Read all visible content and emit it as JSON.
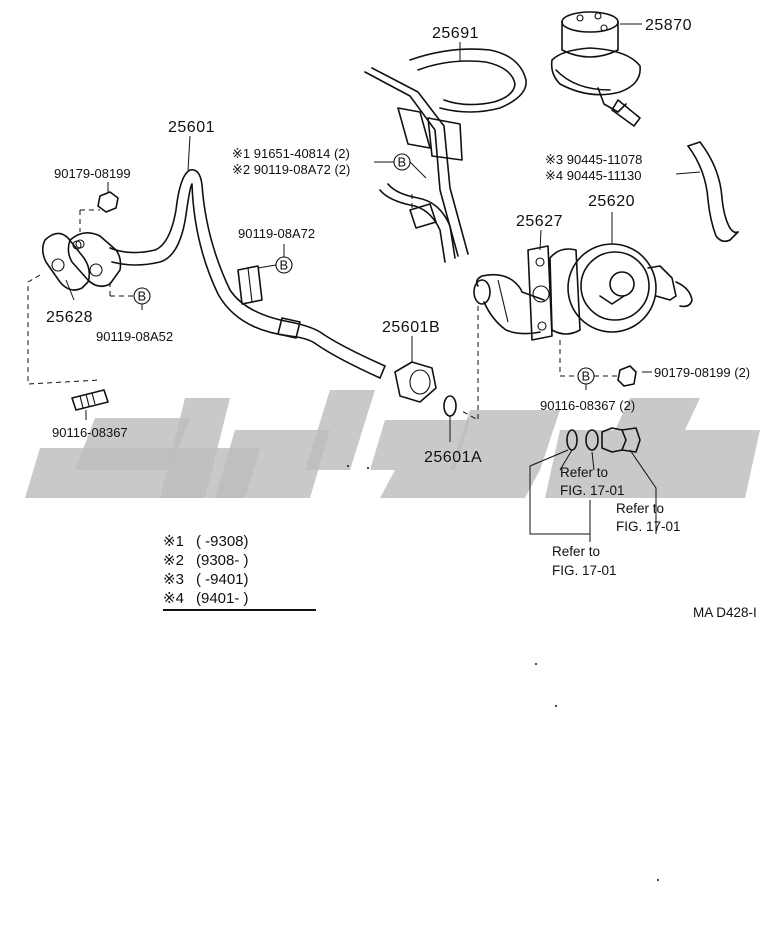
{
  "labels": {
    "p25601": "25601",
    "p25691": "25691",
    "p25870": "25870",
    "p90179_08199": "90179-08199",
    "ref1": "※1 91651-40814 (2)",
    "ref2": "※2 90119-08A72 (2)",
    "ref3": "※3 90445-11078",
    "ref4": "※4 90445-11130",
    "p90119_08A72": "90119-08A72",
    "p25627": "25627",
    "p25620": "25620",
    "p25628": "25628",
    "p90119_08A52": "90119-08A52",
    "p25601B": "25601B",
    "p90179_08199_2": "90179-08199 (2)",
    "p90116_08367_2": "90116-08367 (2)",
    "p90116_08367": "90116-08367",
    "p25601A": "25601A",
    "refer_a1": "Refer to",
    "refer_a2": "FIG. 17-01",
    "refer_b1": "Refer to",
    "refer_b2": "FIG. 17-01",
    "refer_c1": "Refer to",
    "refer_c2": "FIG. 17-01",
    "drawing_code": "MA D428-I",
    "bolt_marker": "B"
  },
  "legend": [
    {
      "mark": "※1",
      "text": "(        -9308)"
    },
    {
      "mark": "※2",
      "text": "(9308-         )"
    },
    {
      "mark": "※3",
      "text": "(        -9401)"
    },
    {
      "mark": "※4",
      "text": "(9401-         )"
    }
  ]
}
